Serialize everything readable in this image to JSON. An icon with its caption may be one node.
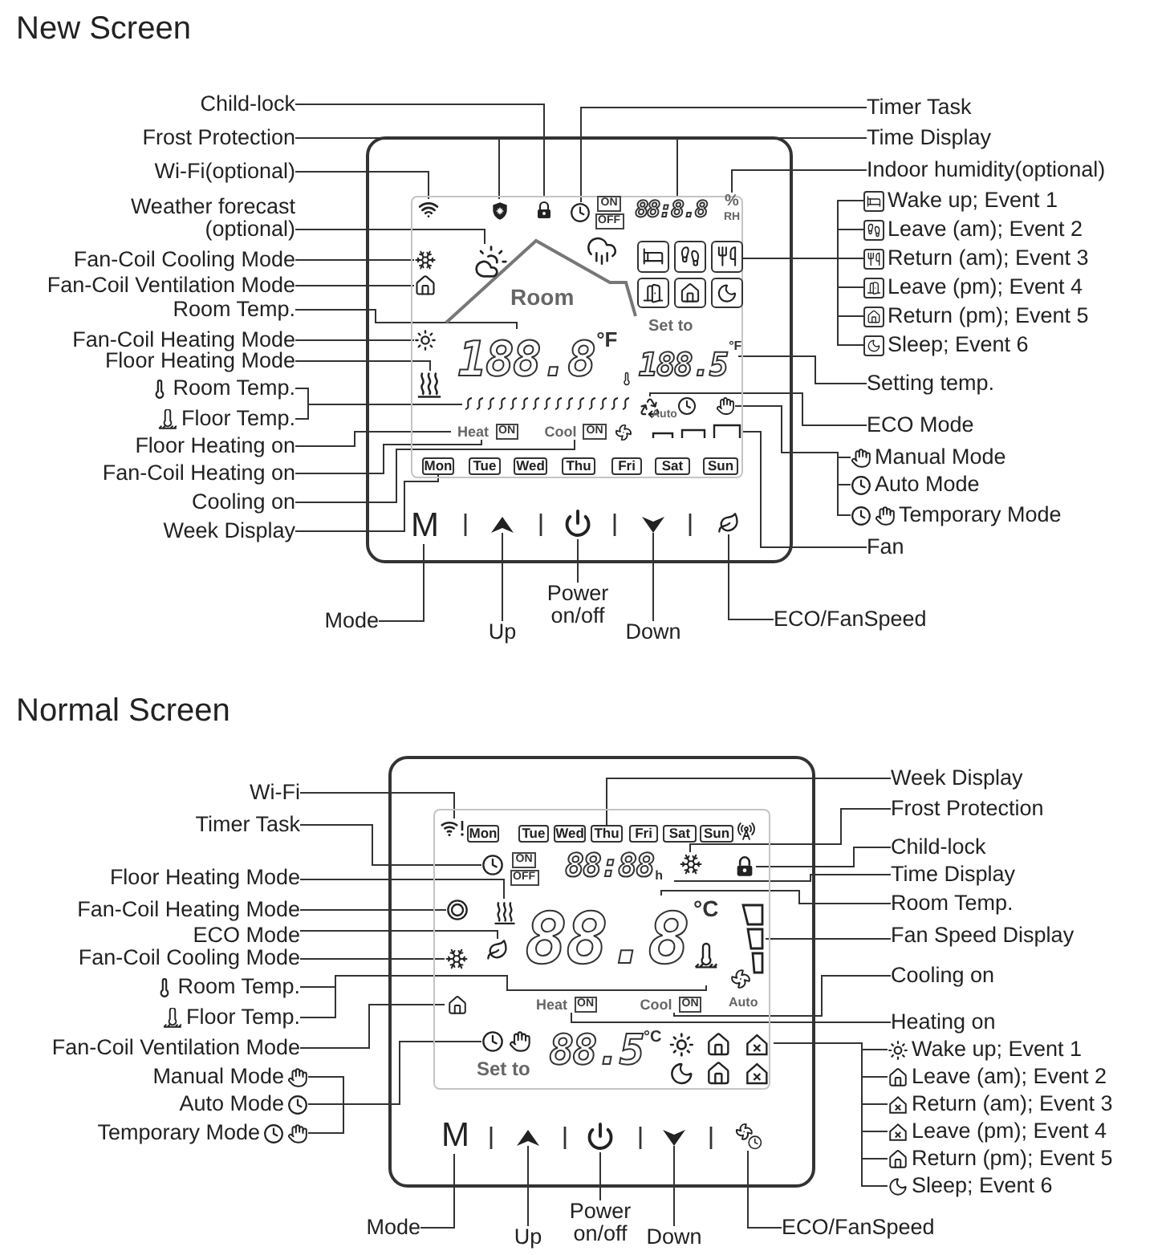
{
  "diagram": {
    "nodes": [
      {
        "text": [],
        "shape": "box"
      },
      {
        "text": [],
        "shape": "picture",
        "in": 0
      },
      {
        "text": [],
        "shape": "picture",
        "in": 0
      },
      {
        "text": [],
        "shape": "picture",
        "in": 0
      },
      {
        "text": [],
        "shape": "picture",
        "in": 0
      },
      {
        "text": [
          "88:8.8"
        ],
        "in": 0
      },
      {
        "text": [
          "%",
          "RH"
        ],
        "in": 0
      },
      {
        "text": [],
        "shape": "picture",
        "in": 0
      },
      {
        "text": [],
        "shape": "picture",
        "in": 0
      },
      {
        "text": [],
        "shape": "picture",
        "in": 0
      },
      {
        "text": [
          "188.8",
          "°F"
        ],
        "in": 0
      },
      {
        "text": [],
        "shape": "picture",
        "in": 0
      },
      {
        "text": [],
        "shape": "picture",
        "in": 0
      },
      {
        "text": [],
        "shape": "picture",
        "in": 0
      },
      {
        "text": [
          "Heat",
          "ON"
        ],
        "in": 0
      },
      {
        "text": [
          "Cool",
          "ON"
        ],
        "in": 0
      },
      {
        "text": [
          "Mon"
        ],
        "in": 0
      },
      {
        "text": [],
        "shape": "picture",
        "in": 0
      },
      {
        "text": [
          "188.5",
          "°F"
        ],
        "in": 0
      },
      {
        "text": [],
        "shape": "picture",
        "in": 0
      },
      {
        "text": [],
        "shape": "picture",
        "in": 0
      },
      {
        "text": [],
        "shape": "picture",
        "in": 0
      },
      {
        "text": [
          "M"
        ],
        "in": 0
      },
      {
        "text": [],
        "shape": "picture",
        "in": 0
      },
      {
        "text": [],
        "shape": "picture",
        "in": 0
      },
      {
        "text": [],
        "shape": "picture",
        "in": 0
      },
      {
        "text": [],
        "shape": "picture",
        "in": 0
      },
      {
        "text": [
          "Child-lock"
        ]
      },
      {
        "text": [
          "Frost Protection"
        ]
      },
      {
        "text": [
          "Wi-Fi(optional)"
        ]
      },
      {
        "text": [
          "Weather forecast (optional)"
        ]
      },
      {
        "text": [
          "Fan-Coil Cooling Mode"
        ]
      },
      {
        "text": [
          "Fan-Coil Ventilation Mode"
        ]
      },
      {
        "text": [
          "Room Temp."
        ]
      },
      {
        "text": [
          "Fan-Coil Heating Mode"
        ]
      },
      {
        "text": [
          "Floor Heating Mode"
        ]
      },
      {
        "text": [
          "Room Temp."
        ]
      },
      {
        "text": [
          "Floor Temp."
        ]
      },
      {
        "text": [
          "Floor Heating on"
        ]
      },
      {
        "text": [
          "Fan-Coil Heating on"
        ]
      },
      {
        "text": [
          "Cooling on"
        ]
      },
      {
        "text": [
          "Week Display"
        ]
      },
      {
        "text": [
          "Timer Task"
        ]
      },
      {
        "text": [
          "Time Display"
        ]
      },
      {
        "text": [
          "Indoor humidity(optional)"
        ]
      },
      {
        "text": [
          "Wake up; Event 1"
        ]
      },
      {
        "text": [
          "Leave (am); Event 2"
        ]
      },
      {
        "text": [
          "Return (am); Event 3"
        ]
      },
      {
        "text": [
          "Leave (pm); Event 4"
        ]
      },
      {
        "text": [
          "Return (pm); Event 5"
        ]
      },
      {
        "text": [
          "Sleep; Event 6"
        ]
      },
      {
        "text": [
          "Setting temp."
        ]
      },
      {
        "text": [
          "ECO Mode"
        ]
      },
      {
        "text": [
          "Manual Mode"
        ]
      },
      {
        "text": [
          "Auto Mode"
        ]
      },
      {
        "text": [
          "Temporary Mode"
        ]
      },
      {
        "text": [
          "Fan"
        ]
      },
      {
        "text": [
          "Mode"
        ]
      },
      {
        "text": [
          "Up"
        ]
      },
      {
        "text": [
          "Power on/off"
        ]
      },
      {
        "text": [
          "Down"
        ]
      },
      {
        "text": [
          "ECO/FanSpeed"
        ]
      },
      {
        "text": [],
        "shape": "box"
      },
      {
        "text": [],
        "shape": "picture",
        "in": 62
      },
      {
        "text": [
          "Thu"
        ],
        "in": 62
      },
      {
        "text": [],
        "shape": "picture",
        "in": 62
      },
      {
        "text": [],
        "shape": "picture",
        "in": 62
      },
      {
        "text": [],
        "shape": "picture",
        "in": 62
      },
      {
        "text": [
          "88:88",
          "h"
        ],
        "in": 62
      },
      {
        "text": [
          "88.8"
        ],
        "in": 62
      },
      {
        "text": [],
        "shape": "picture",
        "in": 62
      },
      {
        "text": [
          "Cool",
          "ON"
        ],
        "in": 62
      },
      {
        "text": [
          "Heat",
          "ON"
        ],
        "in": 62
      },
      {
        "text": [],
        "shape": "picture",
        "in": 62
      },
      {
        "text": [],
        "shape": "picture",
        "in": 62
      },
      {
        "text": [],
        "shape": "picture",
        "in": 62
      },
      {
        "text": [],
        "shape": "picture",
        "in": 62
      },
      {
        "text": [],
        "shape": "picture",
        "in": 62
      },
      {
        "text": [],
        "shape": "picture",
        "in": 62
      },
      {
        "text": [],
        "shape": "picture",
        "in": 62
      },
      {
        "text": [],
        "shape": "picture",
        "in": 62
      },
      {
        "text": [
          "M"
        ],
        "in": 62
      },
      {
        "text": [],
        "shape": "picture",
        "in": 62
      },
      {
        "text": [],
        "shape": "picture",
        "in": 62
      },
      {
        "text": [],
        "shape": "picture",
        "in": 62
      },
      {
        "text": [],
        "shape": "picture",
        "in": 62
      },
      {
        "text": [
          "Wi-Fi"
        ]
      },
      {
        "text": [
          "Timer Task"
        ]
      },
      {
        "text": [
          "Floor Heating Mode"
        ]
      },
      {
        "text": [
          "Fan-Coil Heating Mode"
        ]
      },
      {
        "text": [
          "ECO Mode"
        ]
      },
      {
        "text": [
          "Fan-Coil Cooling Mode"
        ]
      },
      {
        "text": [
          "Room Temp."
        ]
      },
      {
        "text": [
          "Floor Temp."
        ]
      },
      {
        "text": [
          "Fan-Coil Ventilation Mode"
        ]
      },
      {
        "text": [
          "Manual Mode"
        ]
      },
      {
        "text": [
          "Auto Mode"
        ]
      },
      {
        "text": [
          "Temporary Mode"
        ]
      },
      {
        "text": [
          "Week Display"
        ]
      },
      {
        "text": [
          "Frost Protection"
        ]
      },
      {
        "text": [
          "Child-lock"
        ]
      },
      {
        "text": [
          "Time Display"
        ]
      },
      {
        "text": [
          "Room Temp."
        ]
      },
      {
        "text": [
          "Fan Speed Display"
        ]
      },
      {
        "text": [
          "Cooling on"
        ]
      },
      {
        "text": [
          "Heating on"
        ]
      },
      {
        "text": [
          "Wake up; Event 1"
        ]
      },
      {
        "text": [
          "Leave (am); Event 2"
        ]
      },
      {
        "text": [
          "Return (am); Event 3"
        ]
      },
      {
        "text": [
          "Leave (pm); Event 4"
        ]
      },
      {
        "text": [
          "Return (pm); Event 5"
        ]
      },
      {
        "text": [
          "Sleep; Event 6"
        ]
      },
      {
        "text": [
          "Mode"
        ]
      },
      {
        "text": [
          "Up"
        ]
      },
      {
        "text": [
          "Power on/off"
        ]
      },
      {
        "text": [
          "Down"
        ]
      },
      {
        "text": [
          "ECO/FanSpeed"
        ]
      },
      {
        "text": [
          "Tue"
        ],
        "in": 0
      },
      {
        "text": [
          "Wed"
        ],
        "in": 0
      },
      {
        "text": [
          "Thu"
        ],
        "in": 0
      },
      {
        "text": [
          "Fri"
        ],
        "in": 0
      },
      {
        "text": [
          "Sat"
        ],
        "in": 0
      },
      {
        "text": [
          "Sun"
        ],
        "in": 0
      },
      {
        "text": [
          "ON",
          "OFF"
        ],
        "in": 0
      },
      {
        "text": [
          "Mon"
        ],
        "in": 62
      },
      {
        "text": [
          "Tue"
        ],
        "in": 62
      },
      {
        "text": [
          "Wed"
        ],
        "in": 62
      },
      {
        "text": [
          "Fri"
        ],
        "in": 62
      },
      {
        "text": [
          "Sat"
        ],
        "in": 62
      },
      {
        "text": [
          "Sun"
        ],
        "in": 62
      },
      {
        "text": [
          "ON",
          "OFF"
        ],
        "in": 62
      }
    ],
    "edges": [
      {
        "from": 27,
        "to": 3,
        "arrow": "none"
      },
      {
        "from": 28,
        "to": 2,
        "arrow": "none"
      },
      {
        "from": 29,
        "to": 1,
        "arrow": "none"
      },
      {
        "from": 30,
        "to": 7,
        "arrow": "none"
      },
      {
        "from": 31,
        "to": 8,
        "arrow": "none"
      },
      {
        "from": 32,
        "to": 9,
        "arrow": "none"
      },
      {
        "from": 33,
        "to": 10,
        "arrow": "none"
      },
      {
        "from": 34,
        "to": 11,
        "arrow": "none"
      },
      {
        "from": 35,
        "to": 12,
        "arrow": "none"
      },
      {
        "from": 36,
        "to": 13,
        "arrow": "none"
      },
      {
        "from": 37,
        "to": 13,
        "arrow": "none"
      },
      {
        "from": 38,
        "to": 14,
        "arrow": "none"
      },
      {
        "from": 39,
        "to": 14,
        "arrow": "none"
      },
      {
        "from": 40,
        "to": 15,
        "arrow": "none"
      },
      {
        "from": 41,
        "to": 16,
        "arrow": "none"
      },
      {
        "from": 42,
        "to": 4,
        "arrow": "none"
      },
      {
        "from": 43,
        "to": 5,
        "arrow": "none"
      },
      {
        "from": 44,
        "to": 6,
        "arrow": "none"
      },
      {
        "from": 45,
        "to": 17,
        "arrow": "none"
      },
      {
        "from": 46,
        "to": 17,
        "arrow": "none"
      },
      {
        "from": 47,
        "to": 17,
        "arrow": "none"
      },
      {
        "from": 48,
        "to": 17,
        "arrow": "none"
      },
      {
        "from": 49,
        "to": 17,
        "arrow": "none"
      },
      {
        "from": 50,
        "to": 17,
        "arrow": "none"
      },
      {
        "from": 51,
        "to": 18,
        "arrow": "none"
      },
      {
        "from": 52,
        "to": 19,
        "arrow": "none"
      },
      {
        "from": 53,
        "to": 20,
        "arrow": "none"
      },
      {
        "from": 54,
        "to": 20,
        "arrow": "none"
      },
      {
        "from": 55,
        "to": 20,
        "arrow": "none"
      },
      {
        "from": 56,
        "to": 21,
        "arrow": "none"
      },
      {
        "from": 57,
        "to": 22,
        "arrow": "none"
      },
      {
        "from": 58,
        "to": 23,
        "arrow": "none"
      },
      {
        "from": 59,
        "to": 24,
        "arrow": "none"
      },
      {
        "from": 60,
        "to": 25,
        "arrow": "none"
      },
      {
        "from": 61,
        "to": 26,
        "arrow": "none"
      },
      {
        "from": 86,
        "to": 63,
        "arrow": "none"
      },
      {
        "from": 87,
        "to": 67,
        "arrow": "none"
      },
      {
        "from": 88,
        "to": 74,
        "arrow": "none"
      },
      {
        "from": 89,
        "to": 75,
        "arrow": "none"
      },
      {
        "from": 90,
        "to": 76,
        "arrow": "none"
      },
      {
        "from": 91,
        "to": 77,
        "arrow": "none"
      },
      {
        "from": 92,
        "to": 78,
        "arrow": "none"
      },
      {
        "from": 93,
        "to": 78,
        "arrow": "none"
      },
      {
        "from": 94,
        "to": 79,
        "arrow": "none"
      },
      {
        "from": 95,
        "to": 80,
        "arrow": "none"
      },
      {
        "from": 96,
        "to": 80,
        "arrow": "none"
      },
      {
        "from": 97,
        "to": 80,
        "arrow": "none"
      },
      {
        "from": 98,
        "to": 64,
        "arrow": "none"
      },
      {
        "from": 99,
        "to": 65,
        "arrow": "none"
      },
      {
        "from": 100,
        "to": 66,
        "arrow": "none"
      },
      {
        "from": 101,
        "to": 68,
        "arrow": "none"
      },
      {
        "from": 102,
        "to": 69,
        "arrow": "none"
      },
      {
        "from": 103,
        "to": 70,
        "arrow": "none"
      },
      {
        "from": 104,
        "to": 71,
        "arrow": "none"
      },
      {
        "from": 105,
        "to": 72,
        "arrow": "none"
      },
      {
        "from": 106,
        "to": 73,
        "arrow": "none"
      },
      {
        "from": 107,
        "to": 73,
        "arrow": "none"
      },
      {
        "from": 108,
        "to": 73,
        "arrow": "none"
      },
      {
        "from": 109,
        "to": 73,
        "arrow": "none"
      },
      {
        "from": 110,
        "to": 73,
        "arrow": "none"
      },
      {
        "from": 111,
        "to": 73,
        "arrow": "none"
      },
      {
        "from": 112,
        "to": 81,
        "arrow": "none"
      },
      {
        "from": 113,
        "to": 82,
        "arrow": "none"
      },
      {
        "from": 114,
        "to": 83,
        "arrow": "none"
      },
      {
        "from": 115,
        "to": 84,
        "arrow": "none"
      },
      {
        "from": 116,
        "to": 85,
        "arrow": "none"
      }
    ],
    "labels": [
      "New Screen",
      "Normal Screen",
      "Room",
      "Set to",
      "Auto",
      "88.5",
      "°C",
      "Set to",
      "Auto",
      "°C"
    ]
  }
}
